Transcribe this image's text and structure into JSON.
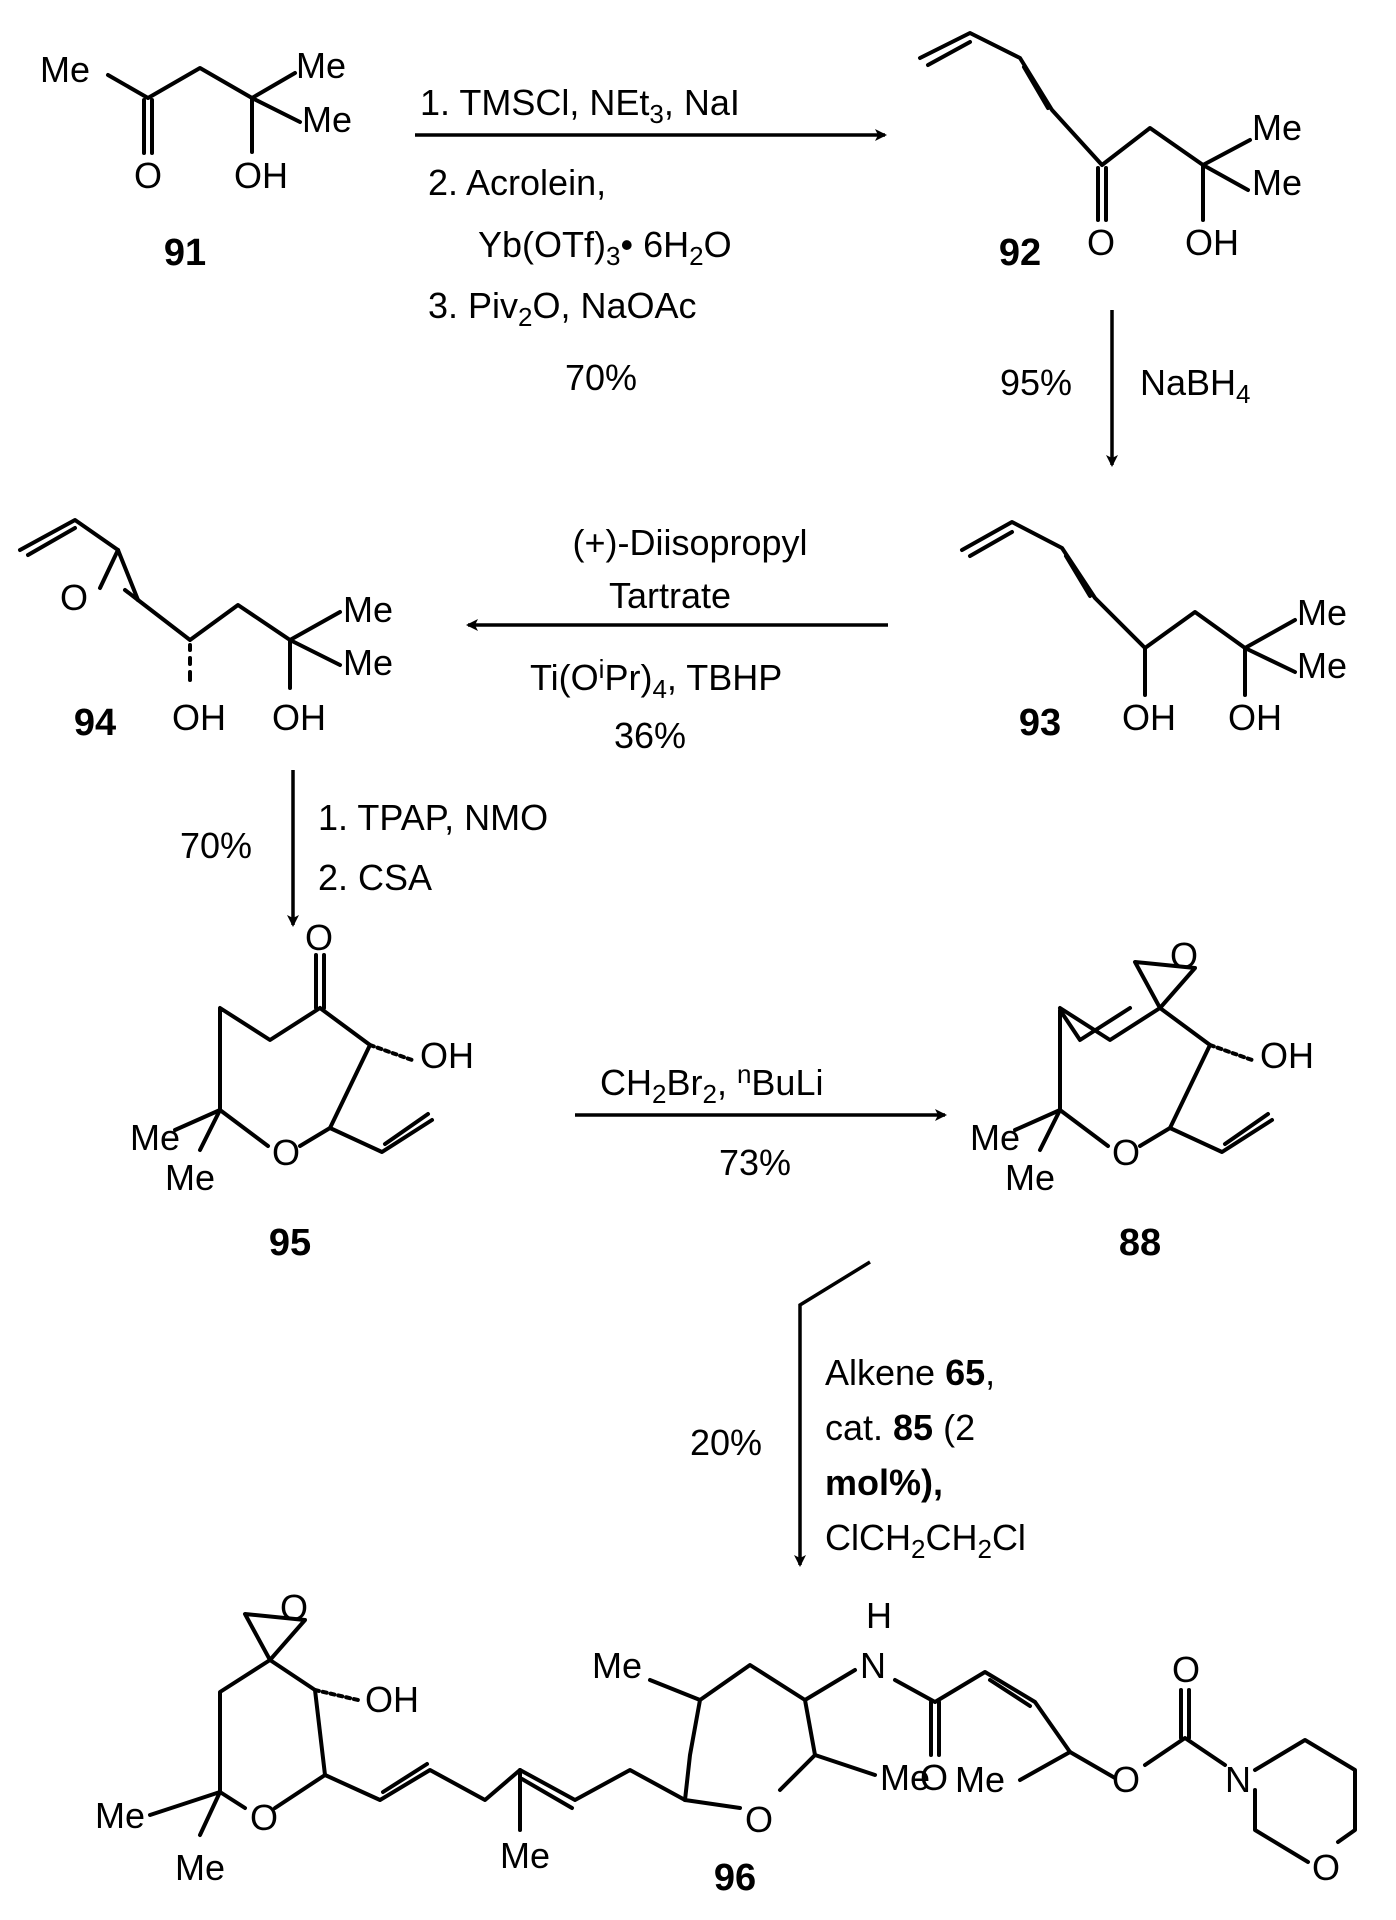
{
  "compounds": {
    "c91": "91",
    "c92": "92",
    "c93": "93",
    "c94": "94",
    "c95": "95",
    "c88": "88",
    "c96": "96"
  },
  "atoms": {
    "me": "Me",
    "oh": "OH",
    "o": "O",
    "n": "N",
    "h": "H"
  },
  "steps": {
    "s1": {
      "line1": "1. TMSCl, NEt",
      "line1_sub": "3",
      "line1_end": ", NaI",
      "line2": "2. Acrolein,",
      "line3a": "Yb(OTf)",
      "line3_sub": "3",
      "line3b": "• 6H",
      "line3_sub2": "2",
      "line3c": "O",
      "line4a": "3. Piv",
      "line4_sub": "2",
      "line4b": "O, NaOAc",
      "yield": "70%"
    },
    "s2": {
      "reagent": "NaBH",
      "reagent_sub": "4",
      "yield": "95%"
    },
    "s3": {
      "line1": "(+)-Diisopropyl",
      "line2": "Tartrate",
      "line3a": "Ti(O",
      "line3_sup": "i",
      "line3b": "Pr)",
      "line3_sub": "4",
      "line3c": ", TBHP",
      "yield": "36%"
    },
    "s4": {
      "line1": "1. TPAP,  NMO",
      "line2": "2. CSA",
      "yield": "70%"
    },
    "s5": {
      "a": "CH",
      "a_sub": "2",
      "b": "Br",
      "b_sub": "2",
      "c": ", ",
      "sup": "n",
      "d": "BuLi",
      "yield": "73%"
    },
    "s6": {
      "line1a": "Alkene ",
      "line1b": "65",
      "line1c": ",",
      "line2a": "cat. ",
      "line2b": "85",
      "line2c": " (2",
      "line3": "mol%),",
      "line4a": "ClCH",
      "line4_sub": "2",
      "line4b": "CH",
      "line4_sub2": "2",
      "line4c": "Cl",
      "yield": "20%"
    }
  }
}
